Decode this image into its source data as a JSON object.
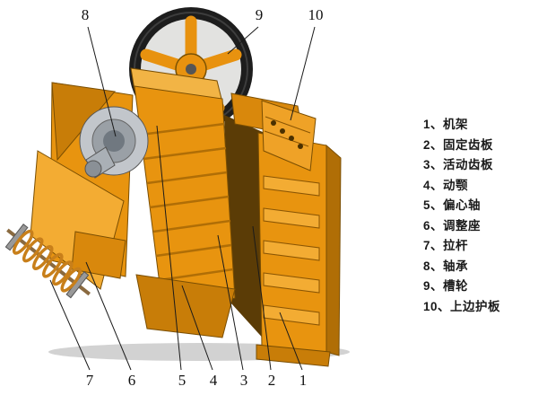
{
  "callouts": {
    "top": [
      "8",
      "9",
      "10"
    ],
    "bottom": [
      "7",
      "6",
      "5",
      "4",
      "3",
      "2",
      "1"
    ]
  },
  "legend": {
    "items": [
      "1、机架",
      "2、固定齿板",
      "3、活动齿板",
      "4、动颚",
      "5、偏心轴",
      "6、调整座",
      "7、拉杆",
      "8、轴承",
      "9、槽轮",
      "10、上边护板"
    ]
  },
  "colors": {
    "background": "#ffffff",
    "machine_orange": "#e8940f",
    "machine_orange_dark": "#c87d08",
    "machine_orange_light": "#f3ac33",
    "flywheel_rim_black": "#1d1d1d",
    "bearing_gray": "#c2c6cb",
    "outline_brown": "#7a4e02",
    "leader_line": "#1a1a1a",
    "legend_text": "#1a1a1a"
  }
}
